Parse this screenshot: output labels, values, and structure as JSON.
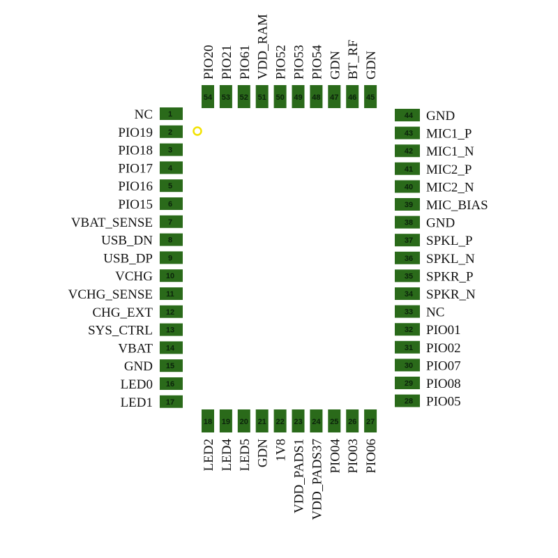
{
  "package": {
    "pad_color": "#2a6a1a",
    "number_color": "#0b230b",
    "label_color": "#111111",
    "marker_color": "#f2e200"
  },
  "left_pins": [
    {
      "num": "1",
      "label": "NC"
    },
    {
      "num": "2",
      "label": "PIO19"
    },
    {
      "num": "3",
      "label": "PIO18"
    },
    {
      "num": "4",
      "label": "PIO17"
    },
    {
      "num": "5",
      "label": "PIO16"
    },
    {
      "num": "6",
      "label": "PIO15"
    },
    {
      "num": "7",
      "label": "VBAT_SENSE"
    },
    {
      "num": "8",
      "label": "USB_DN"
    },
    {
      "num": "9",
      "label": "USB_DP"
    },
    {
      "num": "10",
      "label": "VCHG"
    },
    {
      "num": "11",
      "label": "VCHG_SENSE"
    },
    {
      "num": "12",
      "label": "CHG_EXT"
    },
    {
      "num": "13",
      "label": "SYS_CTRL"
    },
    {
      "num": "14",
      "label": "VBAT"
    },
    {
      "num": "15",
      "label": "GND"
    },
    {
      "num": "16",
      "label": "LED0"
    },
    {
      "num": "17",
      "label": "LED1"
    }
  ],
  "right_pins": [
    {
      "num": "44",
      "label": "GND"
    },
    {
      "num": "43",
      "label": "MIC1_P"
    },
    {
      "num": "42",
      "label": "MIC1_N"
    },
    {
      "num": "41",
      "label": "MIC2_P"
    },
    {
      "num": "40",
      "label": "MIC2_N"
    },
    {
      "num": "39",
      "label": "MIC_BIAS"
    },
    {
      "num": "38",
      "label": "GND"
    },
    {
      "num": "37",
      "label": "SPKL_P"
    },
    {
      "num": "36",
      "label": "SPKL_N"
    },
    {
      "num": "35",
      "label": "SPKR_P"
    },
    {
      "num": "34",
      "label": "SPKR_N"
    },
    {
      "num": "33",
      "label": "NC"
    },
    {
      "num": "32",
      "label": "PIO01"
    },
    {
      "num": "31",
      "label": "PIO02"
    },
    {
      "num": "30",
      "label": "PIO07"
    },
    {
      "num": "29",
      "label": "PIO08"
    },
    {
      "num": "28",
      "label": "PIO05"
    }
  ],
  "top_pins": [
    {
      "num": "54",
      "label": "PIO20"
    },
    {
      "num": "53",
      "label": "PIO21"
    },
    {
      "num": "52",
      "label": "PIO61"
    },
    {
      "num": "51",
      "label": "VDD_RAM"
    },
    {
      "num": "50",
      "label": "PIO52"
    },
    {
      "num": "49",
      "label": "PIO53"
    },
    {
      "num": "48",
      "label": "PIO54"
    },
    {
      "num": "47",
      "label": "GDN"
    },
    {
      "num": "46",
      "label": "BT_RF"
    },
    {
      "num": "45",
      "label": "GDN"
    }
  ],
  "bottom_pins": [
    {
      "num": "18",
      "label": "LED2"
    },
    {
      "num": "19",
      "label": "LED4"
    },
    {
      "num": "20",
      "label": "LED5"
    },
    {
      "num": "21",
      "label": "GDN"
    },
    {
      "num": "22",
      "label": "1V8"
    },
    {
      "num": "23",
      "label": "VDD_PADS1"
    },
    {
      "num": "24",
      "label": "VDD_PADS37"
    },
    {
      "num": "25",
      "label": "PIO04"
    },
    {
      "num": "26",
      "label": "PIO03"
    },
    {
      "num": "27",
      "label": "PIO06"
    }
  ]
}
